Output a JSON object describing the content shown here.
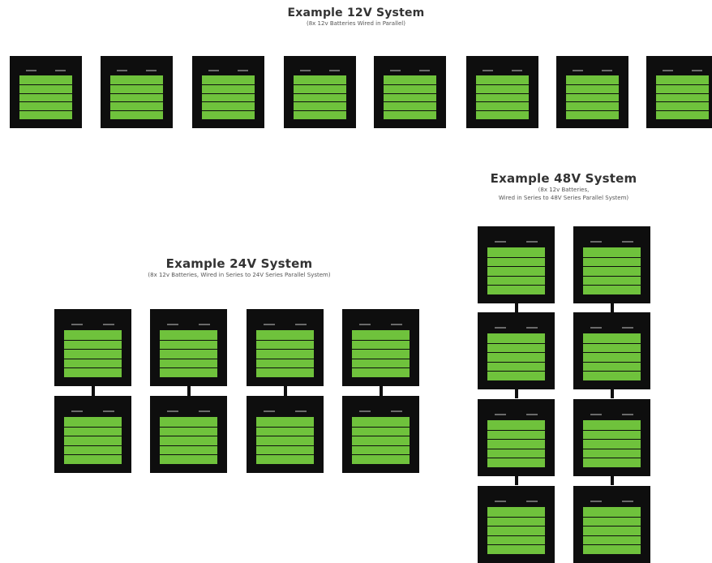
{
  "systems": {
    "s12": {
      "title": "Example 12V System",
      "subtitle": "(8x 12v Batteries Wired in Parallel)"
    },
    "s24": {
      "title": "Example 24V System",
      "subtitle": "(8x 12v Batteries, Wired in Series to 24V Series Parallel System)"
    },
    "s48": {
      "title": "Example 48V System",
      "subtitle_line1": "(8x 12v Batteries,",
      "subtitle_line2": "Wired in Series to 48V Series Parallel System)"
    }
  },
  "colors": {
    "battery_body": "#0e0e0e",
    "battery_cells": "#6fc23c",
    "terminal": "#6a6a6a",
    "link": "#0e0e0e"
  },
  "icon": "battery-icon"
}
